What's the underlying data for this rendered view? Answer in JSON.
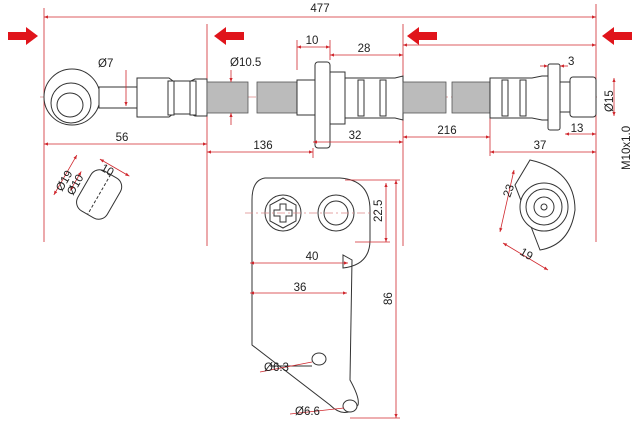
{
  "title": "Brake hose dimension drawing",
  "dimensions": {
    "overall_length": "477",
    "banjo_bolt_hole": "Ø7",
    "hose_diameter": "Ø10.5",
    "bracket_width": "10",
    "mid_fitting_length": "28",
    "flange_thickness": "3",
    "nut_diameter": "Ø15",
    "thread": "M10x1.0",
    "nut_length": "13",
    "banjo_length": "56",
    "hose_segment_1": "136",
    "mid_fitting_to_section": "32",
    "hose_segment_2": "216",
    "end_fitting_length": "37",
    "banjo_outer_diameter": "Ø19",
    "banjo_inner_diameter": "Ø10",
    "banjo_thickness": "10",
    "bracket_hole_spacing": "22.5",
    "bracket_top_width": "40",
    "bracket_mid_width": "36",
    "bracket_height": "86",
    "bracket_hole_1": "Ø6.3",
    "bracket_hole_2": "Ø6.6",
    "end_view_width": "23",
    "end_view_height": "19"
  },
  "colors": {
    "dimension": "#d0282e",
    "flow_arrow": "#e0141b"
  }
}
